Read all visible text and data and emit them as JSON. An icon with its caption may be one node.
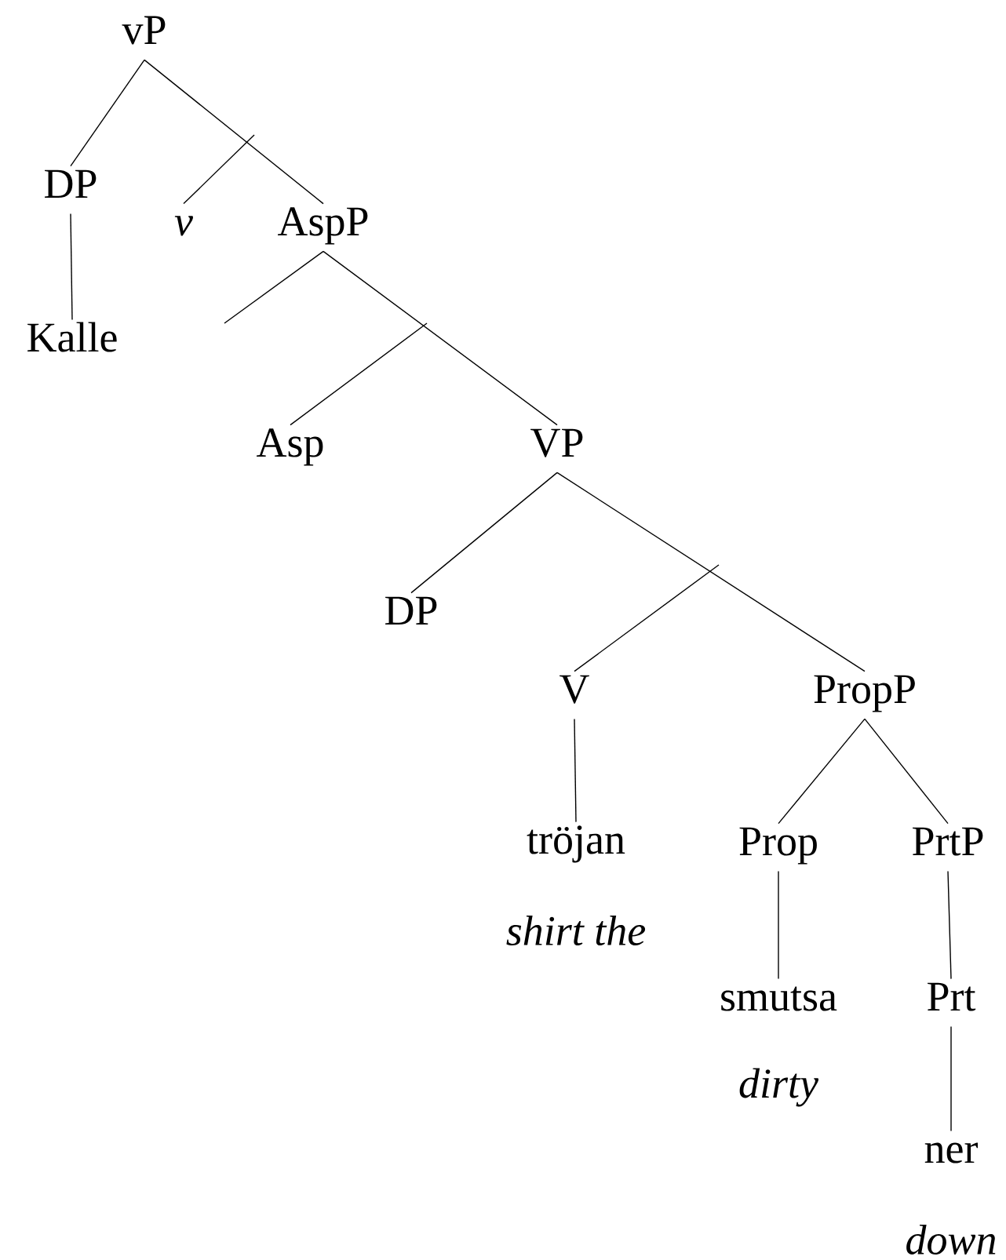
{
  "diagram": {
    "nodes": [
      {
        "text": [
          "vP"
        ]
      },
      {
        "text": [
          "DP"
        ]
      },
      {
        "text": [
          "v"
        ]
      },
      {
        "text": [
          "AspP"
        ]
      },
      {
        "text": [
          "Kalle"
        ]
      },
      {
        "text": [
          "Asp"
        ]
      },
      {
        "text": [
          "VP"
        ]
      },
      {
        "text": [
          "DP"
        ]
      },
      {
        "text": [
          "V"
        ]
      },
      {
        "text": [
          "PropP"
        ]
      },
      {
        "text": [
          "tröjan"
        ],
        "beside": [
          "shirt the"
        ]
      },
      {
        "text": [
          "Prop"
        ]
      },
      {
        "text": [
          "PrtP"
        ]
      },
      {
        "text": [
          "smutsa"
        ],
        "beside": [
          "dirty"
        ]
      },
      {
        "text": [
          "Prt"
        ]
      },
      {
        "text": [
          "ner"
        ],
        "beside": [
          "down"
        ]
      }
    ],
    "edges": [
      {
        "from": 0,
        "to": 1,
        "arrow": "none"
      },
      {
        "from": 0,
        "to": 3,
        "arrow": "none"
      },
      {
        "from": null,
        "to": 2,
        "arrow": "none"
      },
      {
        "from": 1,
        "to": 4,
        "arrow": "none"
      },
      {
        "from": 3,
        "to": null,
        "arrow": "none"
      },
      {
        "from": 3,
        "to": 6,
        "arrow": "none"
      },
      {
        "from": null,
        "to": 5,
        "arrow": "none"
      },
      {
        "from": 6,
        "to": 7,
        "arrow": "none"
      },
      {
        "from": 6,
        "to": 9,
        "arrow": "none"
      },
      {
        "from": null,
        "to": 8,
        "arrow": "none"
      },
      {
        "from": 8,
        "to": 10,
        "arrow": "none"
      },
      {
        "from": 9,
        "to": 11,
        "arrow": "none"
      },
      {
        "from": 9,
        "to": 12,
        "arrow": "none"
      },
      {
        "from": 11,
        "to": 13,
        "arrow": "none"
      },
      {
        "from": 12,
        "to": 14,
        "arrow": "none"
      },
      {
        "from": 14,
        "to": 15,
        "arrow": "none"
      }
    ]
  }
}
